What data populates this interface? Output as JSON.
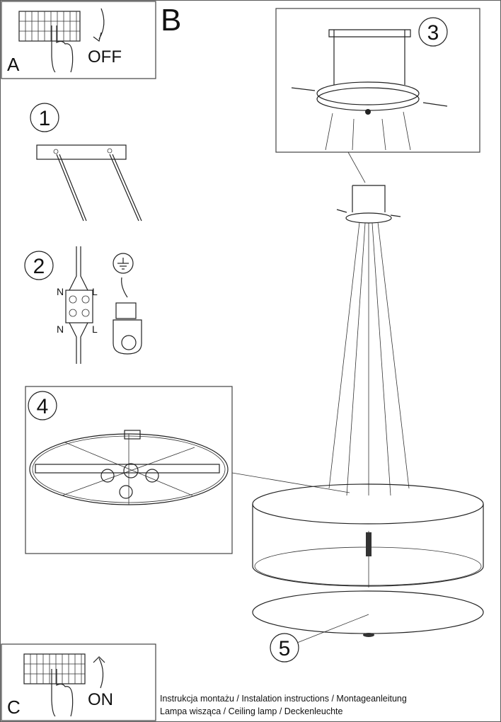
{
  "panels": {
    "a": {
      "letter": "A",
      "action": "OFF"
    },
    "b": {
      "letter": "B"
    },
    "c": {
      "letter": "C",
      "action": "ON"
    }
  },
  "steps": [
    "1",
    "2",
    "3",
    "4",
    "5"
  ],
  "wiring": {
    "neutral": "N",
    "live": "L"
  },
  "captions": {
    "line1": "Instrukcja montażu / Instalation instructions / Montageanleitung",
    "line2": "Lampa wisząca / Ceiling lamp / Deckenleuchte"
  }
}
